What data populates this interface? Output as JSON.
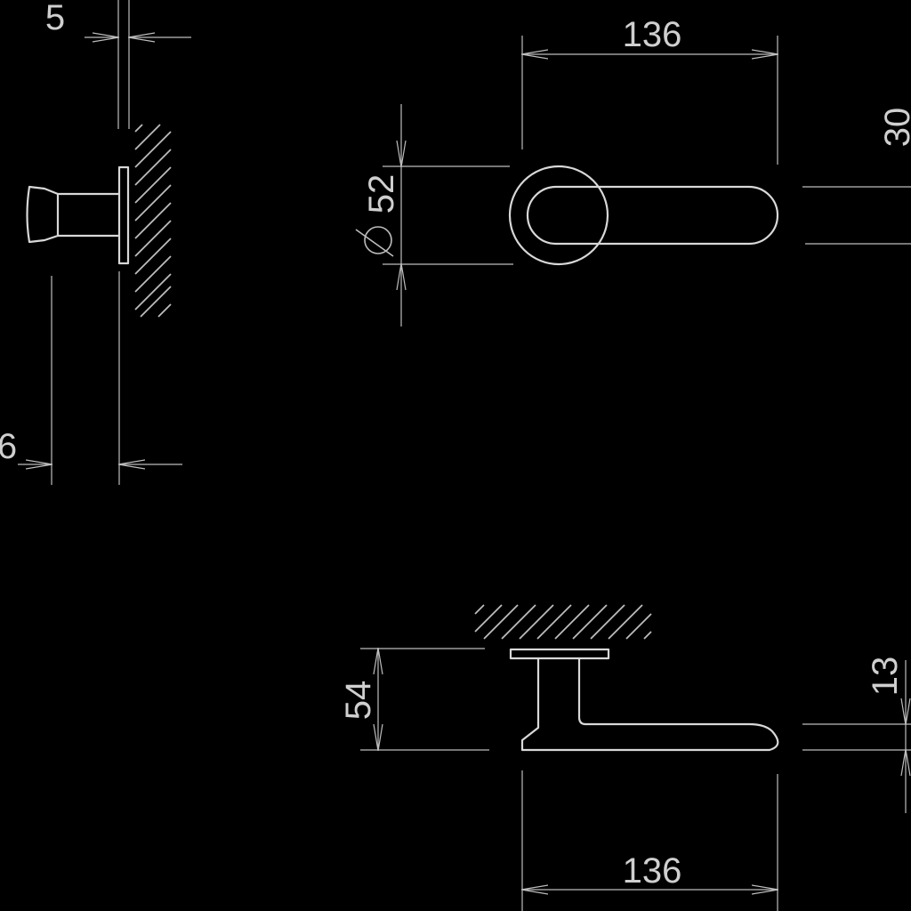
{
  "dimensions": {
    "side_top_offset": "5",
    "side_bottom_offset": "6",
    "top_width": "136",
    "rose_diameter": "52",
    "lever_height": "30",
    "front_height": "54",
    "lever_thickness": "13",
    "bottom_width": "136"
  },
  "colors": {
    "background": "#000000",
    "line": "#bdbdbd",
    "text": "#cfcfcf"
  },
  "icons": {
    "diameter_symbol": "diameter-icon"
  }
}
